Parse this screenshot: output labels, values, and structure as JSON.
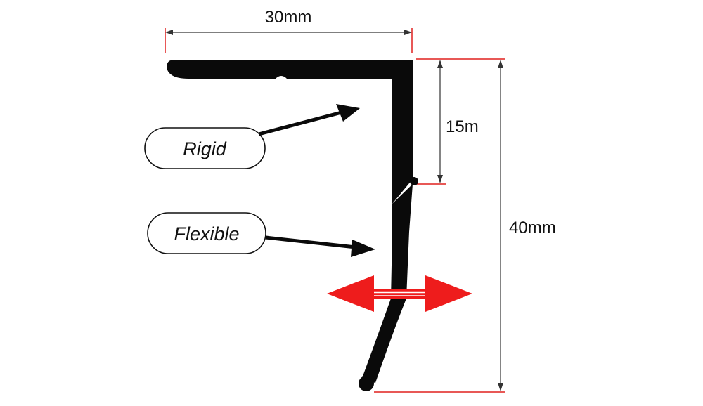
{
  "dimensions": {
    "width_label": "30mm",
    "rigid_height_label": "15m",
    "total_height_label": "40mm"
  },
  "callouts": {
    "rigid": "Rigid",
    "flexible": "Flexible"
  },
  "colors": {
    "profile": "#0a0a0a",
    "dimension_line": "#333333",
    "extension_line": "#e0201f",
    "flex_arrow": "#ee1c1c",
    "pill_border": "#111111"
  },
  "icons": {
    "flex_direction": "double-headed-arrow-icon"
  }
}
